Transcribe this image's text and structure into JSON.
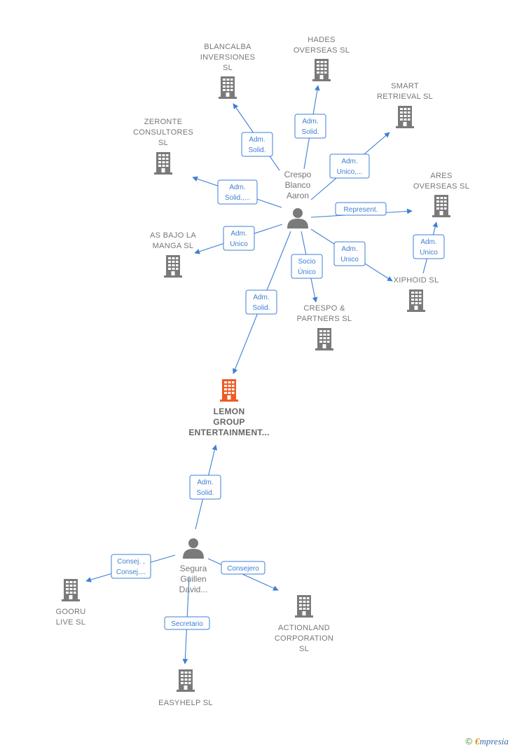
{
  "colors": {
    "company": "#7a7a7a",
    "main_company": "#f05a24",
    "person": "#7a7a7a",
    "edge": "#3f7fd4"
  },
  "icons": {
    "company": "building-icon",
    "person": "person-icon"
  },
  "nodes": [
    {
      "id": "blancalba",
      "type": "company",
      "label": [
        "BLANCALBA",
        "INVERSIONES",
        "SL"
      ]
    },
    {
      "id": "hades",
      "type": "company",
      "label": [
        "HADES",
        "OVERSEAS  SL"
      ]
    },
    {
      "id": "smart",
      "type": "company",
      "label": [
        "SMART",
        "RETRIEVAL  SL"
      ]
    },
    {
      "id": "zeronte",
      "type": "company",
      "label": [
        "ZERONTE",
        "CONSULTORES",
        "SL"
      ]
    },
    {
      "id": "ares",
      "type": "company",
      "label": [
        "ARES",
        "OVERSEAS  SL"
      ]
    },
    {
      "id": "asbajo",
      "type": "company",
      "label": [
        "AS BAJO LA",
        "MANGA  SL"
      ]
    },
    {
      "id": "xiphoid",
      "type": "company",
      "label": [
        "XIPHOID  SL"
      ]
    },
    {
      "id": "crespopartners",
      "type": "company",
      "label": [
        "CRESPO &",
        "PARTNERS  SL"
      ]
    },
    {
      "id": "lemon",
      "type": "main",
      "label": [
        "LEMON",
        "GROUP",
        "ENTERTAINMENT..."
      ]
    },
    {
      "id": "gooru",
      "type": "company",
      "label": [
        "GOORU",
        "LIVE  SL"
      ]
    },
    {
      "id": "actionland",
      "type": "company",
      "label": [
        "ACTIONLAND",
        "CORPORATION",
        "SL"
      ]
    },
    {
      "id": "easyhelp",
      "type": "company",
      "label": [
        "EASYHELP  SL"
      ]
    },
    {
      "id": "crespo",
      "type": "person",
      "label": [
        "Crespo",
        "Blanco",
        "Aaron"
      ]
    },
    {
      "id": "segura",
      "type": "person",
      "label": [
        "Segura",
        "Guillen",
        "David..."
      ]
    }
  ],
  "edges": [
    {
      "from": "crespo",
      "to": "blancalba",
      "label": [
        "Adm.",
        "Solid."
      ]
    },
    {
      "from": "crespo",
      "to": "hades",
      "label": [
        "Adm.",
        "Solid."
      ]
    },
    {
      "from": "crespo",
      "to": "smart",
      "label": [
        "Adm.",
        "Unico,..."
      ]
    },
    {
      "from": "crespo",
      "to": "zeronte",
      "label": [
        "Adm.",
        "Solid.,..."
      ]
    },
    {
      "from": "crespo",
      "to": "ares",
      "label": [
        "Represent."
      ]
    },
    {
      "from": "crespo",
      "to": "asbajo",
      "label": [
        "Adm.",
        "Unico"
      ]
    },
    {
      "from": "crespo",
      "to": "xiphoid",
      "label": [
        "Adm.",
        "Unico"
      ]
    },
    {
      "from": "crespo",
      "to": "crespopartners",
      "label": [
        "Socio",
        "Único"
      ]
    },
    {
      "from": "crespo",
      "to": "lemon",
      "label": [
        "Adm.",
        "Solid."
      ]
    },
    {
      "from": "xiphoid",
      "to": "ares",
      "label": [
        "Adm.",
        "Unico"
      ]
    },
    {
      "from": "segura",
      "to": "lemon",
      "label": [
        "Adm.",
        "Solid."
      ]
    },
    {
      "from": "segura",
      "to": "gooru",
      "label": [
        "Consej. ,",
        "Consej...."
      ]
    },
    {
      "from": "segura",
      "to": "actionland",
      "label": [
        "Consejero"
      ]
    },
    {
      "from": "segura",
      "to": "easyhelp",
      "label": [
        "Secretario"
      ]
    }
  ],
  "footer": {
    "copyright_symbol": "©",
    "brand_initial": "€",
    "brand_rest": "mpresia"
  }
}
